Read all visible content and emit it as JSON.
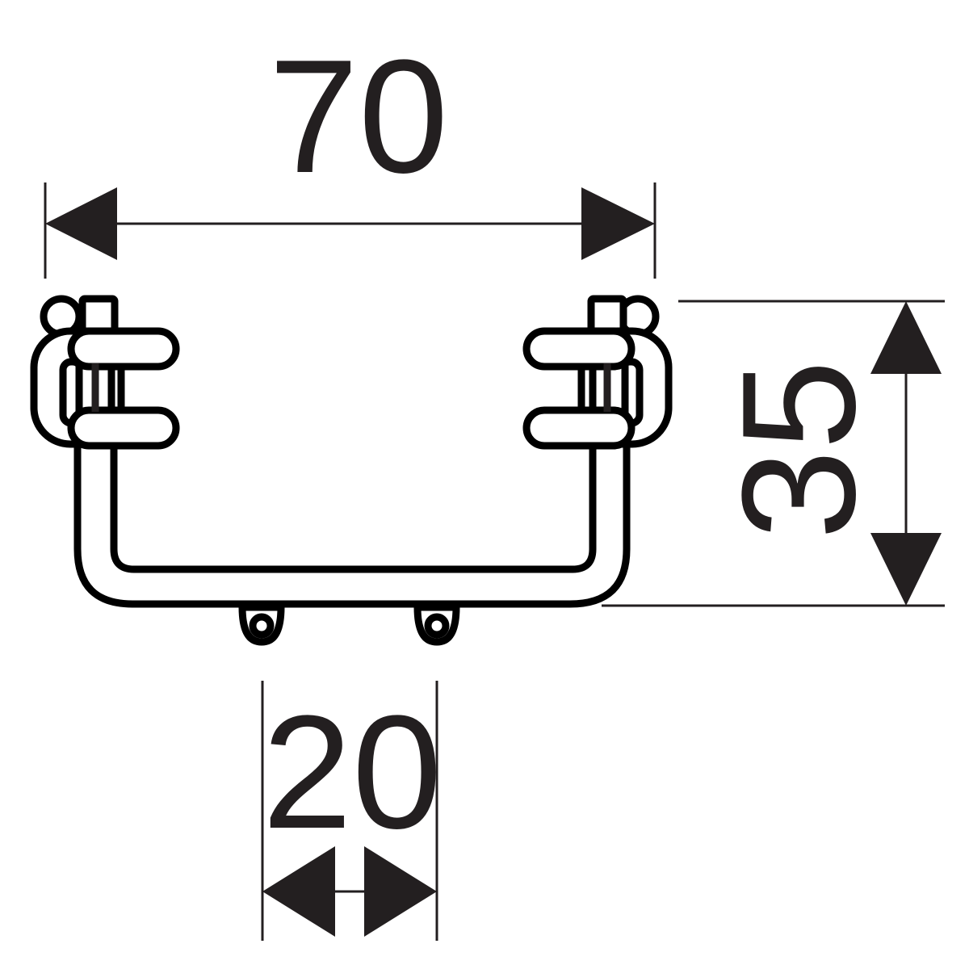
{
  "dimensions": {
    "width": "70",
    "height": "35",
    "hole_spacing": "20"
  },
  "colors": {
    "ink": "#231f20",
    "outline": "#000000",
    "background": "#ffffff"
  }
}
